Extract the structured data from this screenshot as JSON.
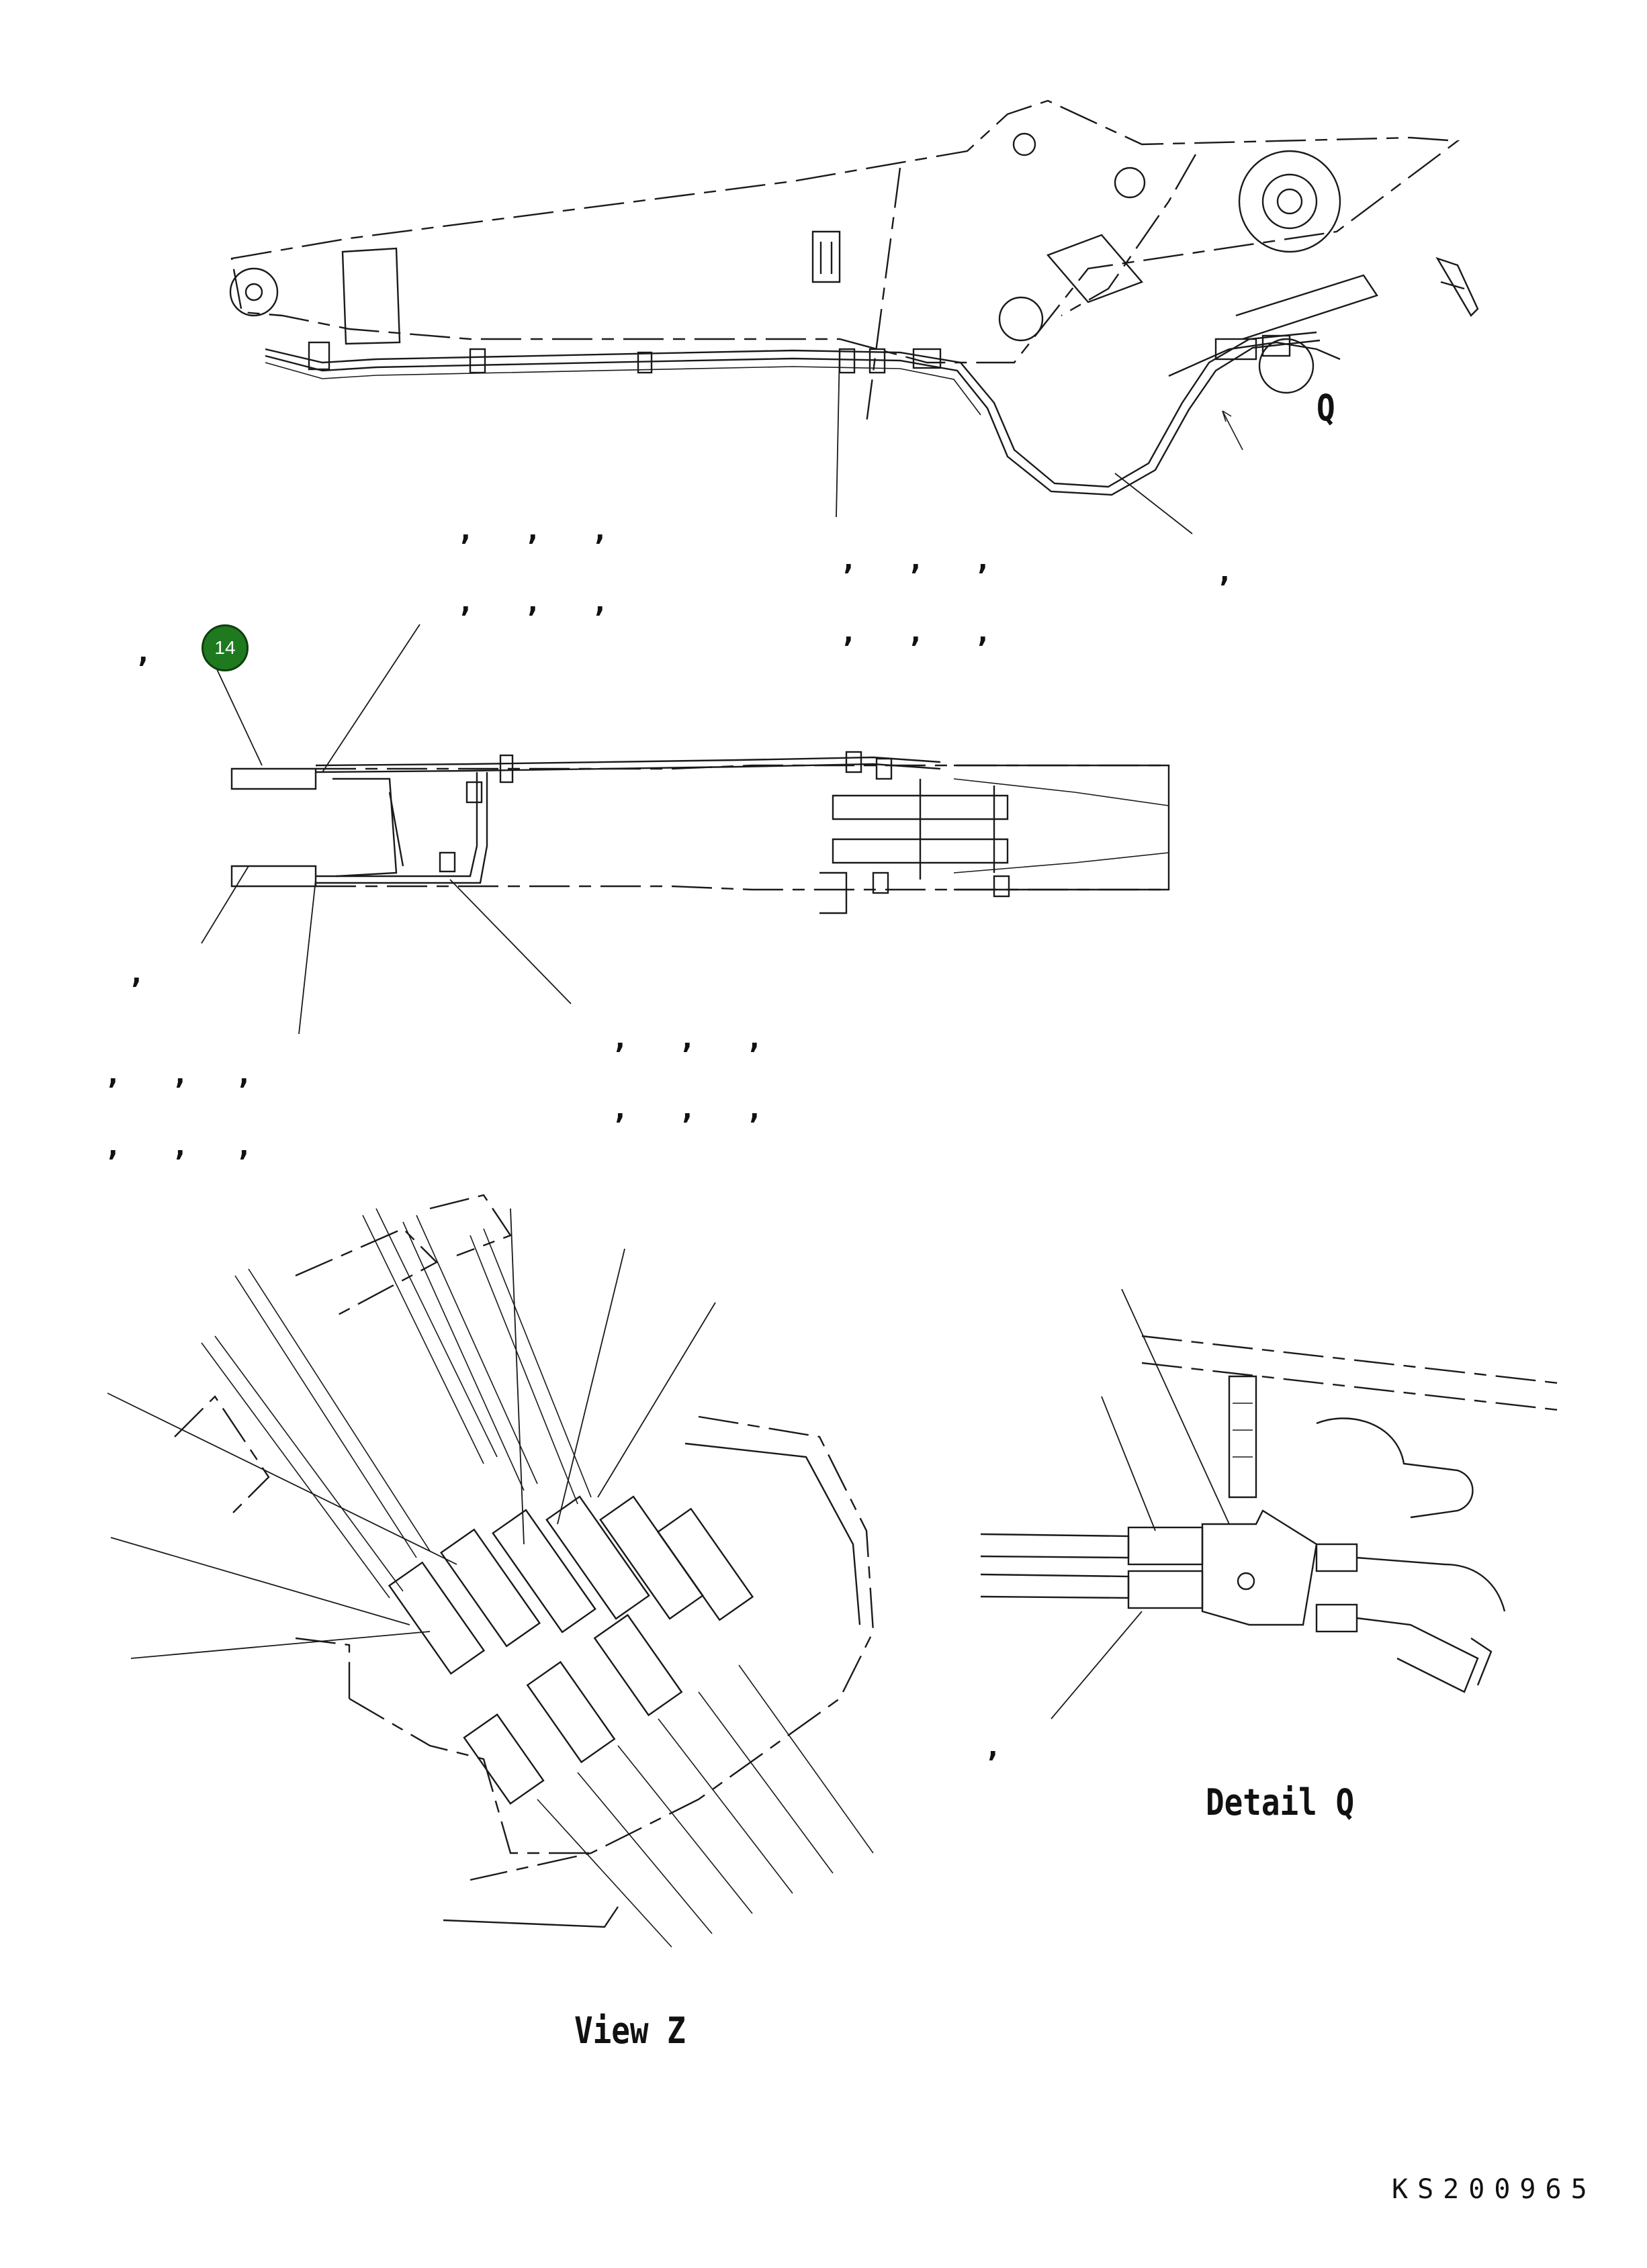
{
  "callout_badge": {
    "number": "14",
    "color": "#1f7a1f"
  },
  "labels": {
    "detail_marker": "Q",
    "view_z_title": "View Z",
    "detail_q_title": "Detail Q",
    "drawing_code": "KS200965"
  },
  "comma_placeholders": [
    ",",
    ",",
    ",",
    ",",
    ",",
    ",",
    ",",
    ",",
    ",",
    ",",
    ",",
    ",",
    ",",
    ",",
    ",",
    ",",
    ",",
    ",",
    ",",
    ",",
    ",",
    ",",
    ",",
    ",",
    ",",
    ",",
    ",",
    ",",
    ",",
    ",",
    ",",
    ",",
    ",",
    ",",
    ",",
    ",",
    ","
  ]
}
